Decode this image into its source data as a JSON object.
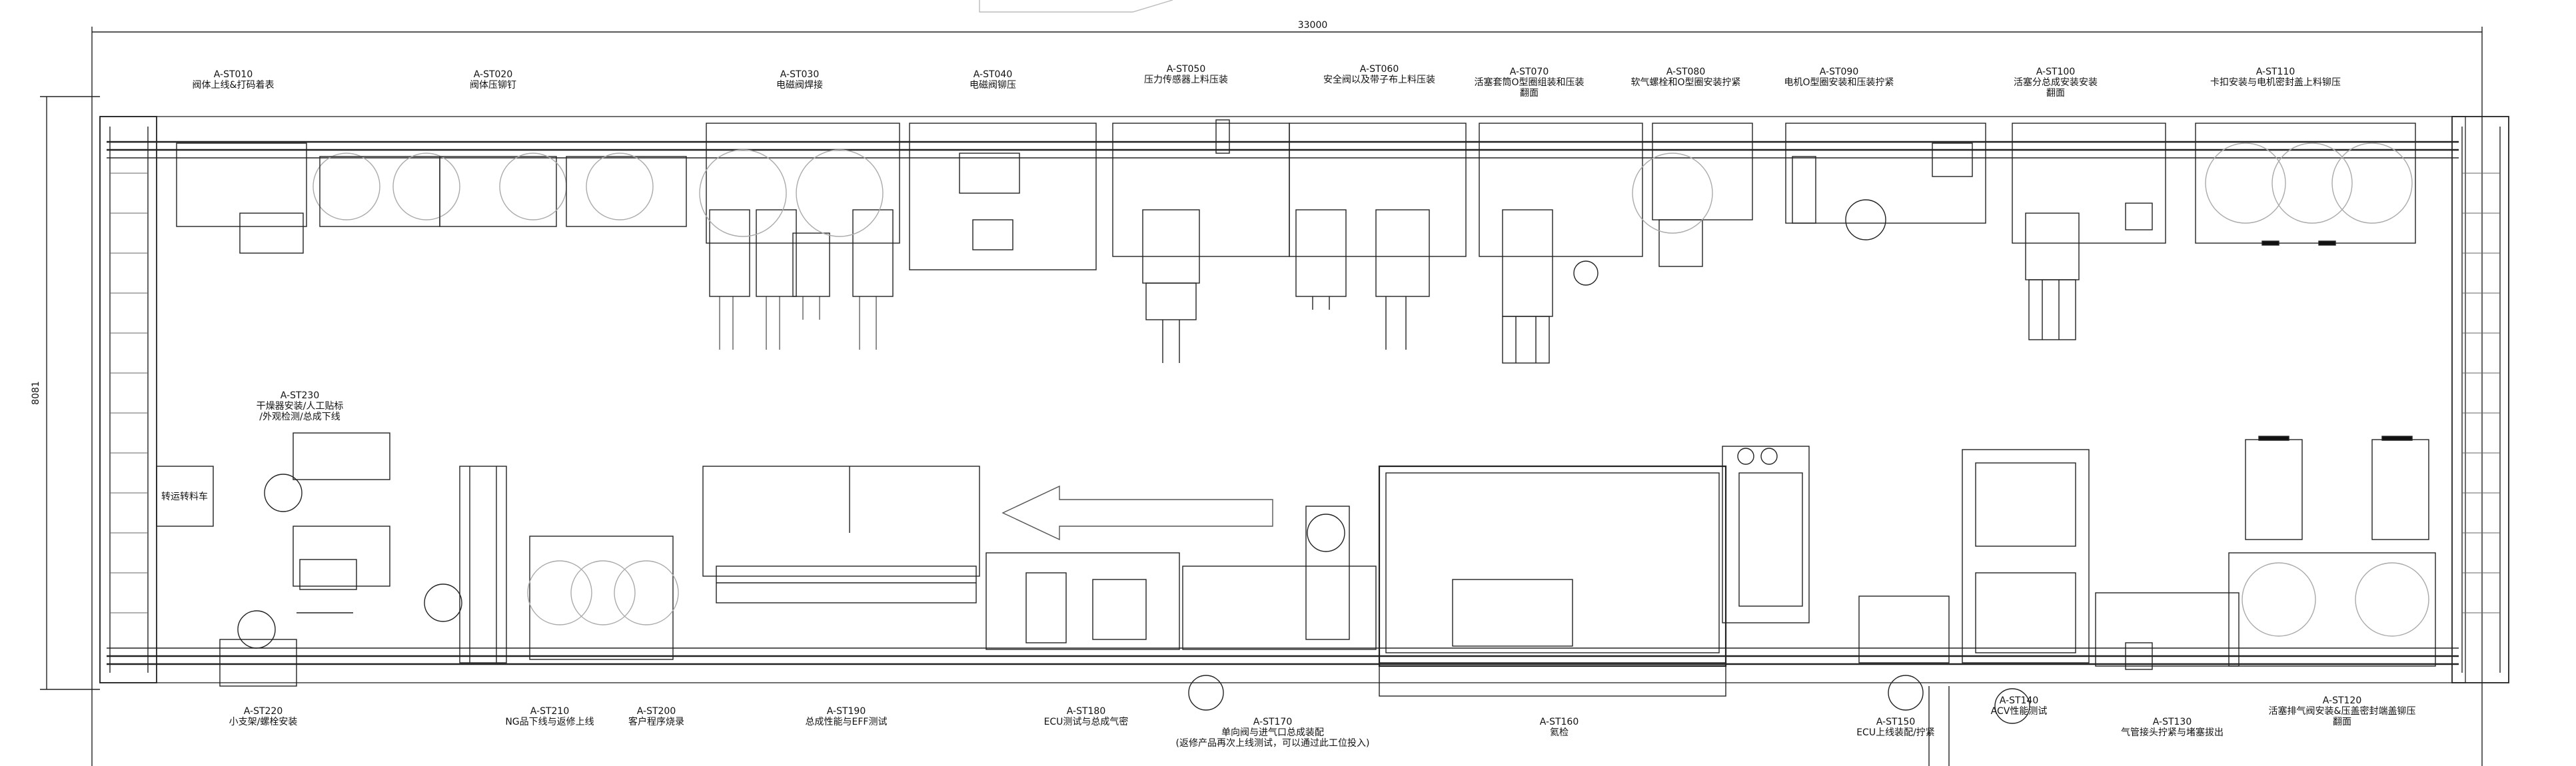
{
  "overall_width": "33000",
  "overall_height": "8081",
  "transfer_cart": "转运转料车",
  "stations_top": [
    {
      "code": "A-ST010",
      "desc": "阀体上线&打码着表",
      "sub": ""
    },
    {
      "code": "A-ST020",
      "desc": "阀体压铆钉",
      "sub": ""
    },
    {
      "code": "A-ST030",
      "desc": "电磁阀焊接",
      "sub": ""
    },
    {
      "code": "A-ST040",
      "desc": "电磁阀铆压",
      "sub": ""
    },
    {
      "code": "A-ST050",
      "desc": "压力传感器上料压装",
      "sub": ""
    },
    {
      "code": "A-ST060",
      "desc": "安全阀以及带子布上料压装",
      "sub": ""
    },
    {
      "code": "A-ST070",
      "desc": "活塞套筒O型圈组装和压装",
      "sub": "翻面"
    },
    {
      "code": "A-ST080",
      "desc": "软气螺栓和O型圈安装拧紧",
      "sub": ""
    },
    {
      "code": "A-ST090",
      "desc": "电机O型圈安装和压装拧紧",
      "sub": ""
    },
    {
      "code": "A-ST100",
      "desc": "活塞分总成安装安装",
      "sub": "翻面"
    },
    {
      "code": "A-ST110",
      "desc": "卡扣安装与电机密封盖上料铆压",
      "sub": ""
    }
  ],
  "stations_bottom": [
    {
      "code": "A-ST220",
      "desc": "小支架/螺栓安装",
      "sub": ""
    },
    {
      "code": "A-ST210",
      "desc": "NG品下线与返修上线",
      "sub": ""
    },
    {
      "code": "A-ST200",
      "desc": "客户程序烧录",
      "sub": ""
    },
    {
      "code": "A-ST190",
      "desc": "总成性能与EFF测试",
      "sub": ""
    },
    {
      "code": "A-ST180",
      "desc": "ECU测试与总成气密",
      "sub": ""
    },
    {
      "code": "A-ST170",
      "desc": "单向阀与进气口总成装配",
      "sub": "(返修产品再次上线测试，可以通过此工位投入)"
    },
    {
      "code": "A-ST160",
      "desc": "氦检",
      "sub": ""
    },
    {
      "code": "A-ST150",
      "desc": "ECU上线装配/拧紧",
      "sub": ""
    },
    {
      "code": "A-ST140",
      "desc": "ACV性能测试",
      "sub": ""
    },
    {
      "code": "A-ST130",
      "desc": "气管接头拧紧与堵塞拔出",
      "sub": ""
    },
    {
      "code": "A-ST120",
      "desc": "活塞排气阀安装&压盖密封端盖铆压",
      "sub": "翻面"
    }
  ],
  "station_230": {
    "code": "A-ST230",
    "desc": "干燥器安装/人工贴标",
    "sub": "/外观检测/总成下线"
  }
}
